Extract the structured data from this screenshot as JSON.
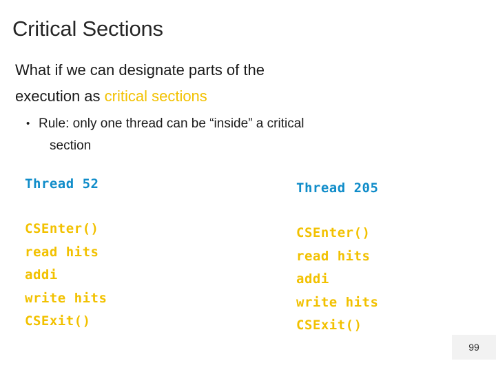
{
  "slide": {
    "title": "Critical Sections",
    "intro": {
      "line1": "What if we can designate parts of the",
      "line2_prefix": "execution as ",
      "line2_highlight": "critical sections"
    },
    "bullet": {
      "marker": "•",
      "line1": "Rule: only one thread can be “inside” a critical",
      "line2": "section"
    },
    "columns": [
      {
        "heading": "Thread 52",
        "code": [
          "CSEnter()",
          "read hits",
          "addi",
          "write hits",
          "CSExit()"
        ]
      },
      {
        "heading": "Thread 205",
        "code": [
          "CSEnter()",
          "read hits",
          "addi",
          "write hits",
          "CSExit()"
        ]
      }
    ],
    "page_number": "99",
    "colors": {
      "title": "#262626",
      "body": "#1a1a1a",
      "highlight": "#f2c100",
      "thread_heading": "#0f8cc9",
      "code": "#f2c100",
      "page_box": "#f2f2f2"
    }
  }
}
